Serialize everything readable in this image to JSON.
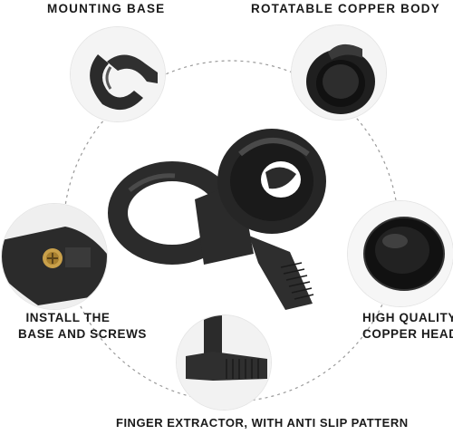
{
  "labels": {
    "mounting_base": "MOUNTING BASE",
    "rotatable_body": "ROTATABLE COPPER BODY",
    "install_line1": "INSTALL THE",
    "install_line2": "BASE AND SCREWS",
    "high_quality_line1": "HIGH QUALITY",
    "high_quality_line2": "COPPER HEAD",
    "finger_extractor": "FINGER EXTRACTOR, WITH ANTI SLIP PATTERN"
  },
  "colors": {
    "product_black": "#2b2b2b",
    "highlight_grey": "#5a5a5a",
    "screw_gold": "#c9a04a",
    "dashed_ring": "#9a9a9a"
  }
}
